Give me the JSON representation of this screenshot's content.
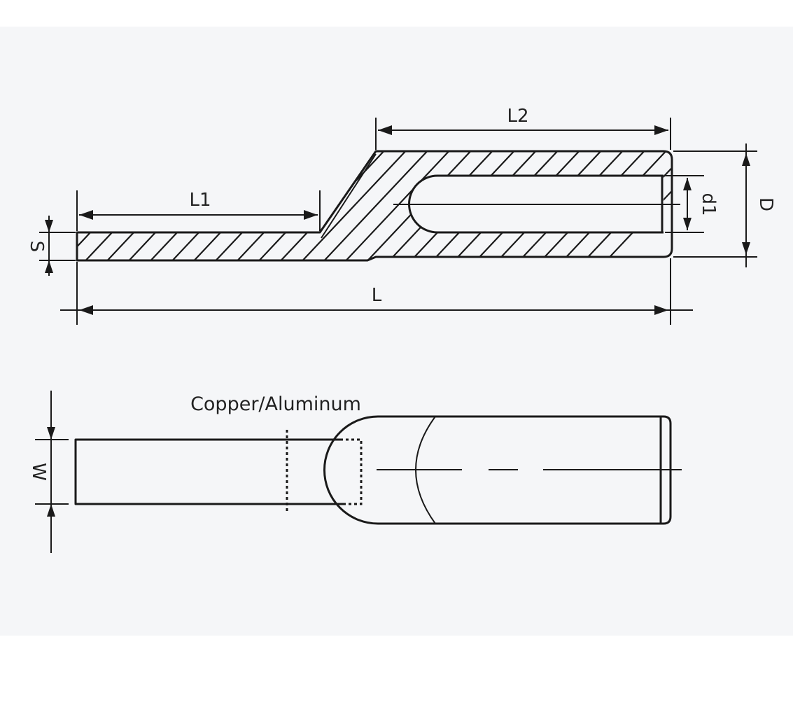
{
  "colors": {
    "panel_background": "#f5f6f8",
    "page_background": "#ffffff",
    "line": "#1a1a1a",
    "text": "#222222"
  },
  "side_view": {
    "labels": {
      "l2": "L2",
      "l1": "L1",
      "l": "L",
      "s": "S",
      "d1": "d1",
      "d": "D"
    }
  },
  "top_view": {
    "material_label": "Copper/Aluminum",
    "labels": {
      "w": "W"
    }
  }
}
